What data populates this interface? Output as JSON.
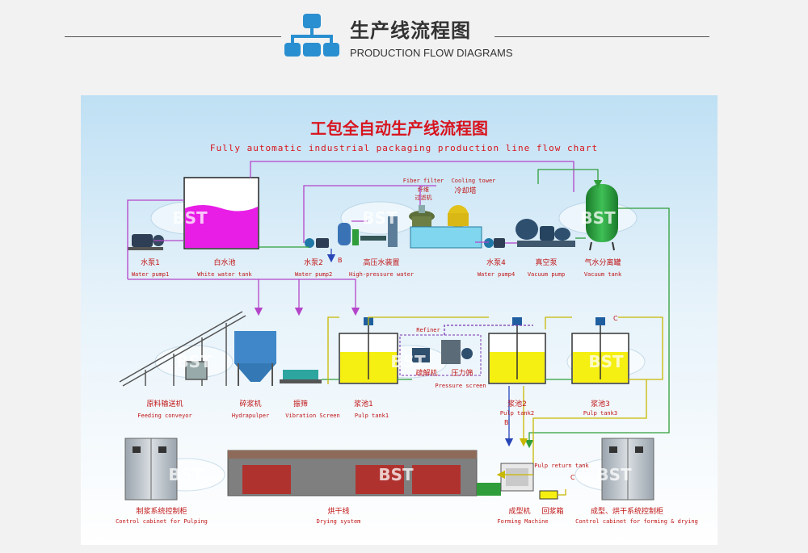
{
  "header": {
    "title": "生产线流程图",
    "subtitle": "PRODUCTION FLOW DIAGRAMS",
    "icon": "sitemap-icon",
    "accent": "#2a8fd0"
  },
  "diagram": {
    "title_cn": "工包全自动生产线流程图",
    "title_en": "Fully automatic industrial packaging production line flow chart",
    "title_color": "#d8141e",
    "watermark": "BST",
    "labels": {
      "pump1_cn": "水泵1",
      "pump1_en": "Water pump1",
      "wtank_cn": "白水池",
      "wtank_en": "White water tank",
      "pump2_cn": "水泵2",
      "pump2_en": "Water pump2",
      "hpw_cn": "高压水装置",
      "hpw_en": "High-pressure water",
      "fiber_en": "Fiber filter",
      "fiber_cn1": "纤维",
      "fiber_cn2": "过滤机",
      "cooling_en": "Cooling tower",
      "cooling_cn": "冷却塔",
      "pump4_cn": "水泵4",
      "pump4_en": "Water pump4",
      "vpump_cn": "真空泵",
      "vpump_en": "Vacuum pump",
      "vtank_cn": "气水分离罐",
      "vtank_en": "Vacuum tank",
      "feed_cn": "原料输送机",
      "feed_en": "Feeding conveyor",
      "hydra_cn": "碎浆机",
      "hydra_en": "Hydrapulper",
      "vib_cn": "振筛",
      "vib_en": "Vibration Screen",
      "pt1_cn": "浆池1",
      "pt1_en": "Pulp tank1",
      "refiner_en": "Refiner",
      "refiner_cn": "疏解机",
      "ps_cn": "压力筛",
      "ps_en": "Pressure screen",
      "pt2_cn": "浆池2",
      "pt2_en": "Pulp tank2",
      "pt3_cn": "浆池3",
      "pt3_en": "Pulp tank3",
      "ccp_cn": "制浆系统控制柜",
      "ccp_en": "Control cabinet for Pulping",
      "dry_cn": "烘干线",
      "dry_en": "Drying system",
      "form_cn": "成型机",
      "form_en": "Forming Machine",
      "ret_cn": "回浆箱",
      "ret_en": "Pulp return tank",
      "ccf_cn": "成型、烘干系统控制柜",
      "ccf_en": "Control cabinet for forming & drying",
      "mark_b": "B",
      "mark_c": "C"
    }
  }
}
